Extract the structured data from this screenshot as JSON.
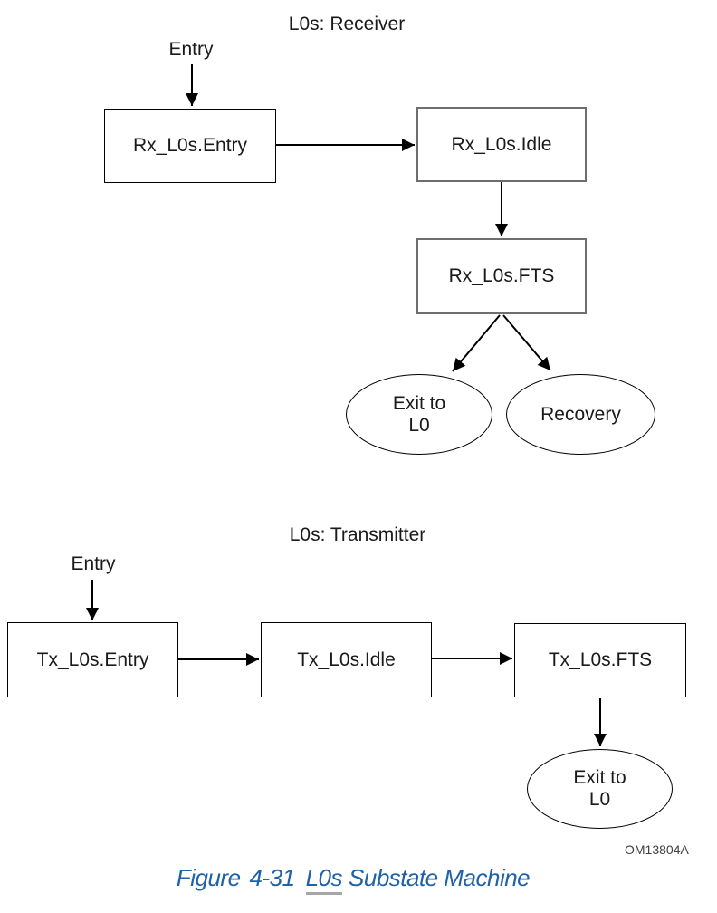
{
  "receiver": {
    "title": "L0s: Receiver",
    "entry_label": "Entry",
    "nodes": {
      "entry": "Rx_L0s.Entry",
      "idle": "Rx_L0s.Idle",
      "fts": "Rx_L0s.FTS",
      "exit_line1": "Exit to",
      "exit_line2": "L0",
      "recovery": "Recovery"
    },
    "edges": [
      {
        "from": "Entry",
        "to": "Rx_L0s.Entry"
      },
      {
        "from": "Rx_L0s.Entry",
        "to": "Rx_L0s.Idle"
      },
      {
        "from": "Rx_L0s.Idle",
        "to": "Rx_L0s.FTS"
      },
      {
        "from": "Rx_L0s.FTS",
        "to": "Exit to L0"
      },
      {
        "from": "Rx_L0s.FTS",
        "to": "Recovery"
      }
    ]
  },
  "transmitter": {
    "title": "L0s: Transmitter",
    "entry_label": "Entry",
    "nodes": {
      "entry": "Tx_L0s.Entry",
      "idle": "Tx_L0s.Idle",
      "fts": "Tx_L0s.FTS",
      "exit_line1": "Exit to",
      "exit_line2": "L0"
    },
    "edges": [
      {
        "from": "Entry",
        "to": "Tx_L0s.Entry"
      },
      {
        "from": "Tx_L0s.Entry",
        "to": "Tx_L0s.Idle"
      },
      {
        "from": "Tx_L0s.Idle",
        "to": "Tx_L0s.FTS"
      },
      {
        "from": "Tx_L0s.FTS",
        "to": "Exit to L0"
      }
    ]
  },
  "footer": {
    "watermark": "OM13804A",
    "caption": {
      "figure_label": "Figure",
      "figure_number": "4-31",
      "term": "L0s",
      "rest": "Substate Machine"
    }
  },
  "colors": {
    "caption_blue": "#1f62a8",
    "underline_gray": "#a6a6a6",
    "box_border_gray": "#6e6e6e",
    "box_border_black": "#000000"
  }
}
